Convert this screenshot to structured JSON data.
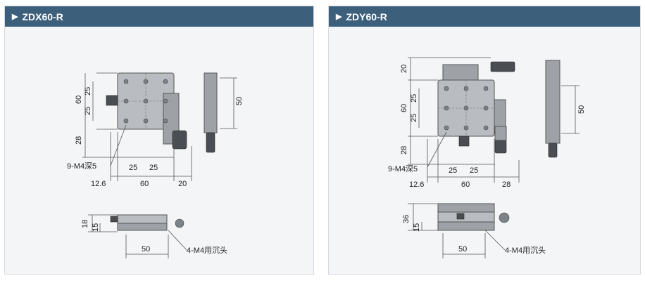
{
  "panels": [
    {
      "title": "ZDX60-R",
      "top_view": {
        "left_dims": [
          "60",
          "25",
          "25",
          "28"
        ],
        "right_dim": "50",
        "callout": "9-M4深5",
        "bottom_dims": [
          "12.6",
          "25",
          "25",
          "60",
          "20"
        ]
      },
      "side_view": {
        "left_dims": [
          "18",
          "15"
        ],
        "bottom_dim": "50",
        "callout": "4-M4用沉头"
      }
    },
    {
      "title": "ZDY60-R",
      "top_view": {
        "left_dims": [
          "20",
          "60",
          "25",
          "25",
          "28"
        ],
        "right_dim": "50",
        "callout": "9-M4深5",
        "bottom_dims": [
          "12.6",
          "25",
          "25",
          "60",
          "28"
        ]
      },
      "side_view": {
        "left_dims": [
          "36",
          "15"
        ],
        "bottom_dim": "50",
        "callout": "4-M4用沉头"
      }
    }
  ]
}
